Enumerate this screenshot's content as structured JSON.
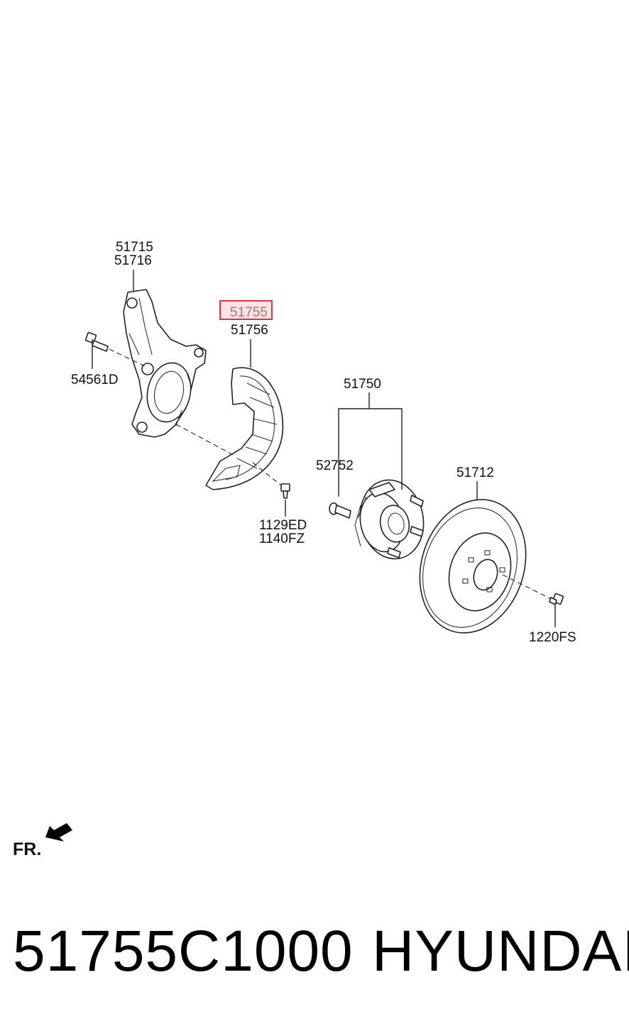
{
  "labels": {
    "knuckle_lh": "51715",
    "knuckle_rh": "51716",
    "bolt_knuckle": "54561D",
    "dust_cover_lh": "51755",
    "dust_cover_rh": "51756",
    "hub_assy": "51750",
    "hub_bolt": "52752",
    "screw_a": "1129ED",
    "screw_b": "1140FZ",
    "disc": "51712",
    "disc_screw": "1220FS",
    "front_mark": "FR."
  },
  "highlight": {
    "part": "51755",
    "color": "#e0323c"
  },
  "footer": {
    "part_number": "51755C1000",
    "brand": "HYUNDAI"
  },
  "icons": {
    "front_arrow": "front-direction-arrow-icon"
  }
}
